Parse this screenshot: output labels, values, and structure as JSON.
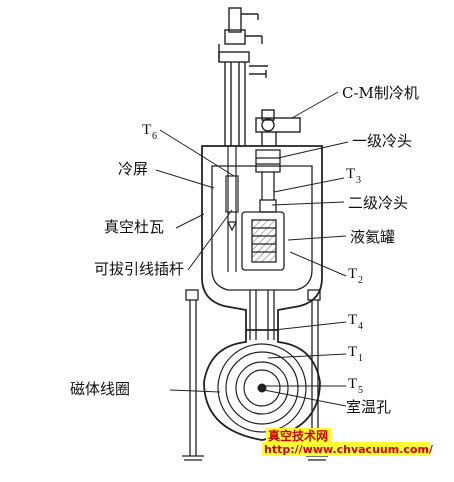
{
  "labels": {
    "cm_cryocooler": "C-M制冷机",
    "t6": "T",
    "t6_sub": "6",
    "first_stage": "一级冷头",
    "cold_shield": "冷屏",
    "t3": "T",
    "t3_sub": "3",
    "second_stage": "二级冷头",
    "vacuum_dewar": "真空杜瓦",
    "lhe_tank": "液氦罐",
    "plug_rod": "可拔引线插杆",
    "t2": "T",
    "t2_sub": "2",
    "t4": "T",
    "t4_sub": "4",
    "t1": "T",
    "t1_sub": "1",
    "t5": "T",
    "t5_sub": "5",
    "magnet_coil": "磁体线圈",
    "room_temp_bore": "室温孔"
  },
  "watermark": {
    "site_name": "真空技术网",
    "url": "http://www.chvacuum.com/",
    "highlight_color": "#ffff33",
    "text_color": "#cc0000"
  },
  "colors": {
    "line": "#222222",
    "hatch": "#555555"
  }
}
